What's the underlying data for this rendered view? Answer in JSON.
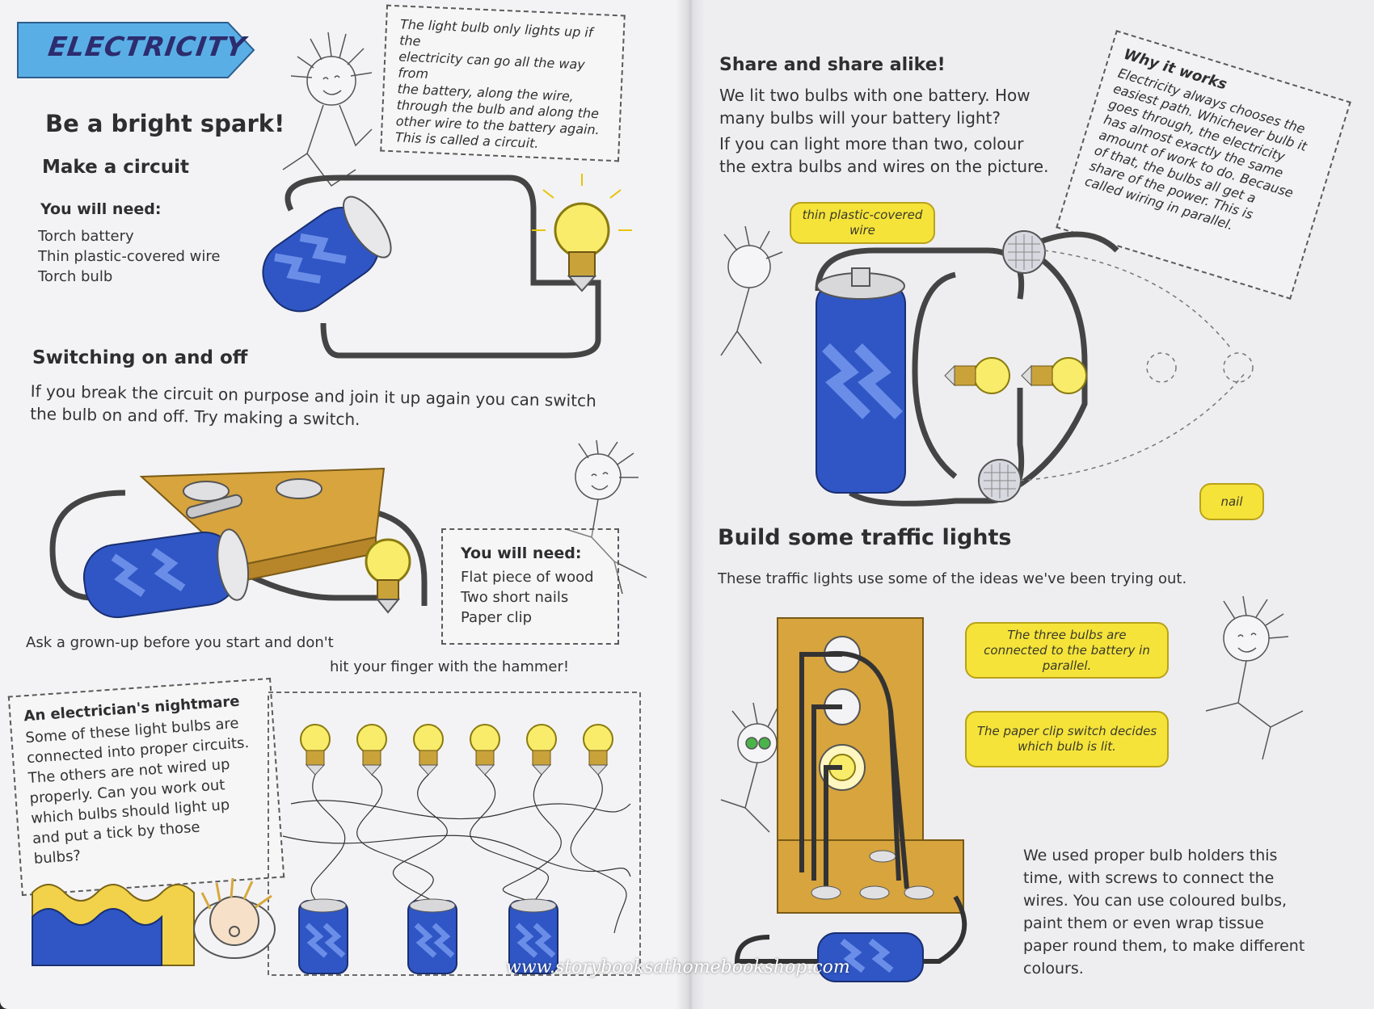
{
  "left_page": {
    "banner": "ELECTRICITY",
    "circuit_note": [
      "The light bulb only lights up if the",
      "electricity can go all the way from",
      "the battery, along the wire,",
      "through the bulb and along the",
      "other wire to the battery again.",
      "This is called a circuit."
    ],
    "heading_main": "Be a bright spark!",
    "heading_circuit": "Make a circuit",
    "you_will_need_1": "You will need:",
    "items_1": [
      "Torch battery",
      "Thin plastic-covered wire",
      "Torch bulb"
    ],
    "heading_switch": "Switching on and off",
    "switch_text": [
      "If you break the circuit on purpose and join it up again you can switch",
      "the bulb on and off. Try making a switch."
    ],
    "you_will_need_2": "You will need:",
    "items_2": [
      "Flat piece of wood",
      "Two short nails",
      "Paper clip"
    ],
    "warning_1": "Ask a grown-up before you start and don't",
    "warning_2": "hit your finger with the hammer!",
    "nightmare_title": "An electrician's nightmare",
    "nightmare_text": [
      "Some of these light bulbs are",
      "connected into proper circuits.",
      "The others are not wired up",
      "properly. Can you work out",
      "which bulbs should light up",
      "and put a tick by those",
      "bulbs?"
    ]
  },
  "right_page": {
    "heading_share": "Share and share alike!",
    "share_text": [
      "We lit two bulbs with one battery. How",
      "many bulbs will your battery light?",
      "If you can light more than two, colour",
      "the extra bulbs and wires on the picture."
    ],
    "why_title": "Why it works",
    "why_text": [
      "Electricity always chooses the",
      "easiest path. Whichever bulb it",
      "goes through, the electricity",
      "has almost exactly the same",
      "amount of work to do. Because",
      "of that, the bulbs all get a",
      "share of the power. This is",
      "called wiring in parallel."
    ],
    "label_wire": "thin plastic-covered wire",
    "label_nail": "nail",
    "heading_traffic": "Build some traffic lights",
    "traffic_text": "These traffic lights use some of the ideas we've been trying out.",
    "label_parallel": "The three bulbs are connected to the battery in parallel.",
    "label_switch": "The paper clip switch decides which bulb is lit.",
    "traffic_note": [
      "We used proper bulb holders this",
      "time, with screws to connect the",
      "wires. You can use coloured bulbs,",
      "paint them or even wrap tissue",
      "paper round them, to make different",
      "colours."
    ]
  },
  "watermark": "www.storybooksathomebookshop.com",
  "colors": {
    "banner_blue": "#5aaee6",
    "battery_blue": "#2f56c4",
    "battery_stripe": "#6a8ee8",
    "bulb_yellow": "#f8ec6a",
    "wood": "#d7a43e",
    "label_yellow": "#f5e33a"
  }
}
